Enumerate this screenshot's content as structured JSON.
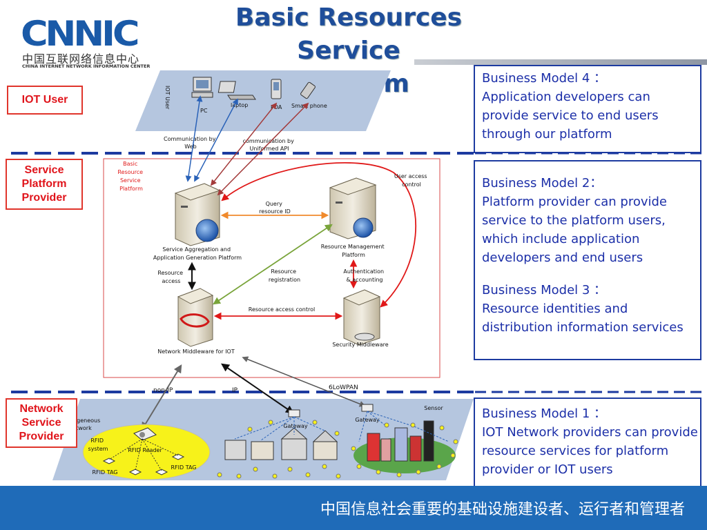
{
  "header": {
    "logo_mark": "CNNIC",
    "logo_cn": "中国互联网络信息中心",
    "logo_en": "CHINA INTERNET NETWORK INFORMATION CENTER",
    "title_line1": "Basic Resources Service",
    "title_line2": "Platform"
  },
  "roles": {
    "iot_user": "IOT  User",
    "service_platform_provider": [
      "Service",
      "Platform",
      "Provider"
    ],
    "network_service_provider": [
      "Network",
      "Service",
      "Provider"
    ]
  },
  "business_models": {
    "bm4": {
      "heading": "Business Model 4 ：",
      "text": " Application developers can provide service to end users through our platform"
    },
    "bm2": {
      "heading": "Business  Model 2：",
      "text": "Platform provider can provide service to the platform users, which include application developers and end users"
    },
    "bm3": {
      "heading": "Business Model 3 ：",
      "text": "Resource identities and distribution information services"
    },
    "bm1": {
      "heading": "Business Model 1 ：",
      "text": "IOT Network  providers  can provide resource services for platform provider or IOT users"
    }
  },
  "diagram": {
    "iot_user_label": "IOT User",
    "devices": {
      "pc": "PC",
      "laptop": "laptop",
      "pda": "PDA",
      "smartphone": "Smart  phone"
    },
    "comm_web": [
      "Communication by",
      "Web"
    ],
    "comm_api": [
      "communication by",
      "Uniformed API"
    ],
    "platform_label": [
      "Basic",
      "Resource",
      "Service",
      "Platform"
    ],
    "user_access_control": [
      "User  access",
      "control"
    ],
    "query_resource_id": [
      "Query",
      "resource ID"
    ],
    "aggregation_platform": [
      "Service Aggregation and",
      "Application Generation Platform"
    ],
    "resource_mgmt_platform": [
      "Resource Management",
      "Platform"
    ],
    "resource_access": [
      "Resource",
      "access"
    ],
    "resource_registration": [
      "Resource",
      "registration"
    ],
    "auth_accounting": [
      "Authentication",
      "& accounting"
    ],
    "resource_access_control": "Resource access control",
    "network_middleware": "Network Middleware for IOT",
    "security_middleware": "Security Middleware",
    "non_ip": "non-IP",
    "ip": "IP",
    "lowpan": "6LoWPAN",
    "heterogeneous_network": [
      "Heterogeneous",
      "Network"
    ],
    "rfid_system": [
      "RFID",
      "system"
    ],
    "rfid_reader": "RFID Reader",
    "rfid_tag_1": "RFID TAG",
    "rfid_tag_2": "RFID TAG",
    "gateway_1": "Gateway",
    "gateway_2": "Gateway",
    "sensor": "Sensor"
  },
  "footer": {
    "text": "中国信息社会重要的基础设施建设者、运行者和管理者"
  },
  "colors": {
    "brand_blue": "#1f6bb8",
    "title_blue": "#1f4e9a",
    "role_red": "#e0141b",
    "bm_border": "#1c3aa0",
    "dashed_line": "#1c3aa0"
  }
}
